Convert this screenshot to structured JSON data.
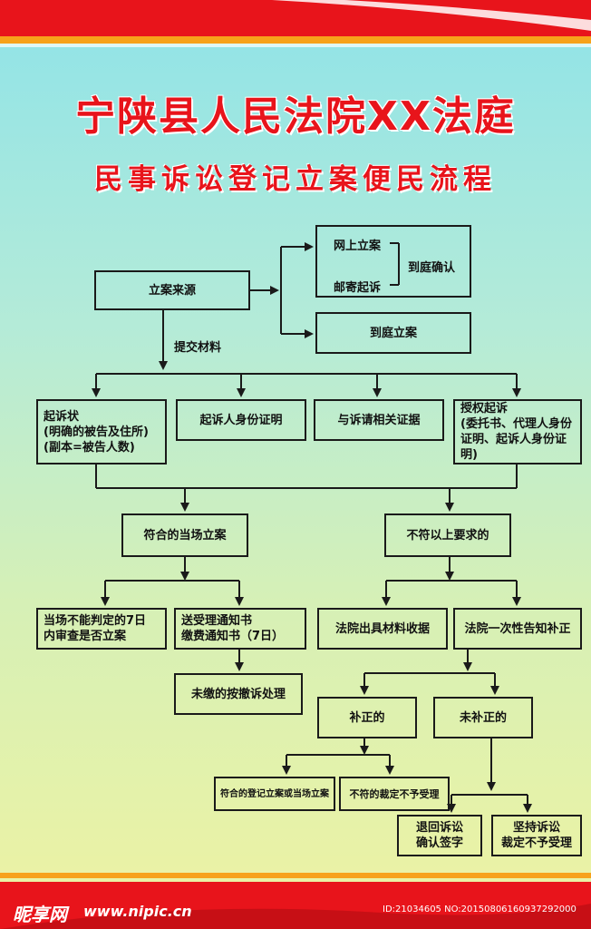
{
  "title": "宁陕县人民法院XX法庭",
  "subtitle": "民事诉讼登记立案便民流程",
  "nodes": {
    "source": "立案来源",
    "online": "网上立案",
    "mail": "邮寄起诉",
    "confirm": "到庭确认",
    "in_court": "到庭立案",
    "submit_label": "提交材料",
    "complaint": "起诉状\n(明确的被告及住所)\n(副本=被告人数)",
    "identity": "起诉人身份证明",
    "evidence": "与诉请相关证据",
    "authorize": "授权起诉\n(委托书、代理人身份证明、起诉人身份证明)",
    "meets": "符合的当场立案",
    "not_meets": "不符以上要求的",
    "seven_days": "当场不能判定的7日\n内审查是否立案",
    "notice": "送受理通知书\n缴费通知书（7日）",
    "unpaid": "未缴的按撤诉处理",
    "receipt": "法院出具材料收据",
    "one_time": "法院一次性告知补正",
    "corrected": "补正的",
    "not_corrected": "未补正的",
    "register": "符合的登记立案或当场立案",
    "reject": "不符的裁定不予受理",
    "return": "退回诉讼\n确认签字",
    "insist": "坚持诉讼\n裁定不予受理"
  },
  "watermark": {
    "logo": "昵享网",
    "site": "www.nipic.cn",
    "id": "ID:21034605 NO:20150806160937292000"
  },
  "colors": {
    "title": "#e8141b",
    "band": "#e8141b",
    "line": "#1a1a1a"
  }
}
